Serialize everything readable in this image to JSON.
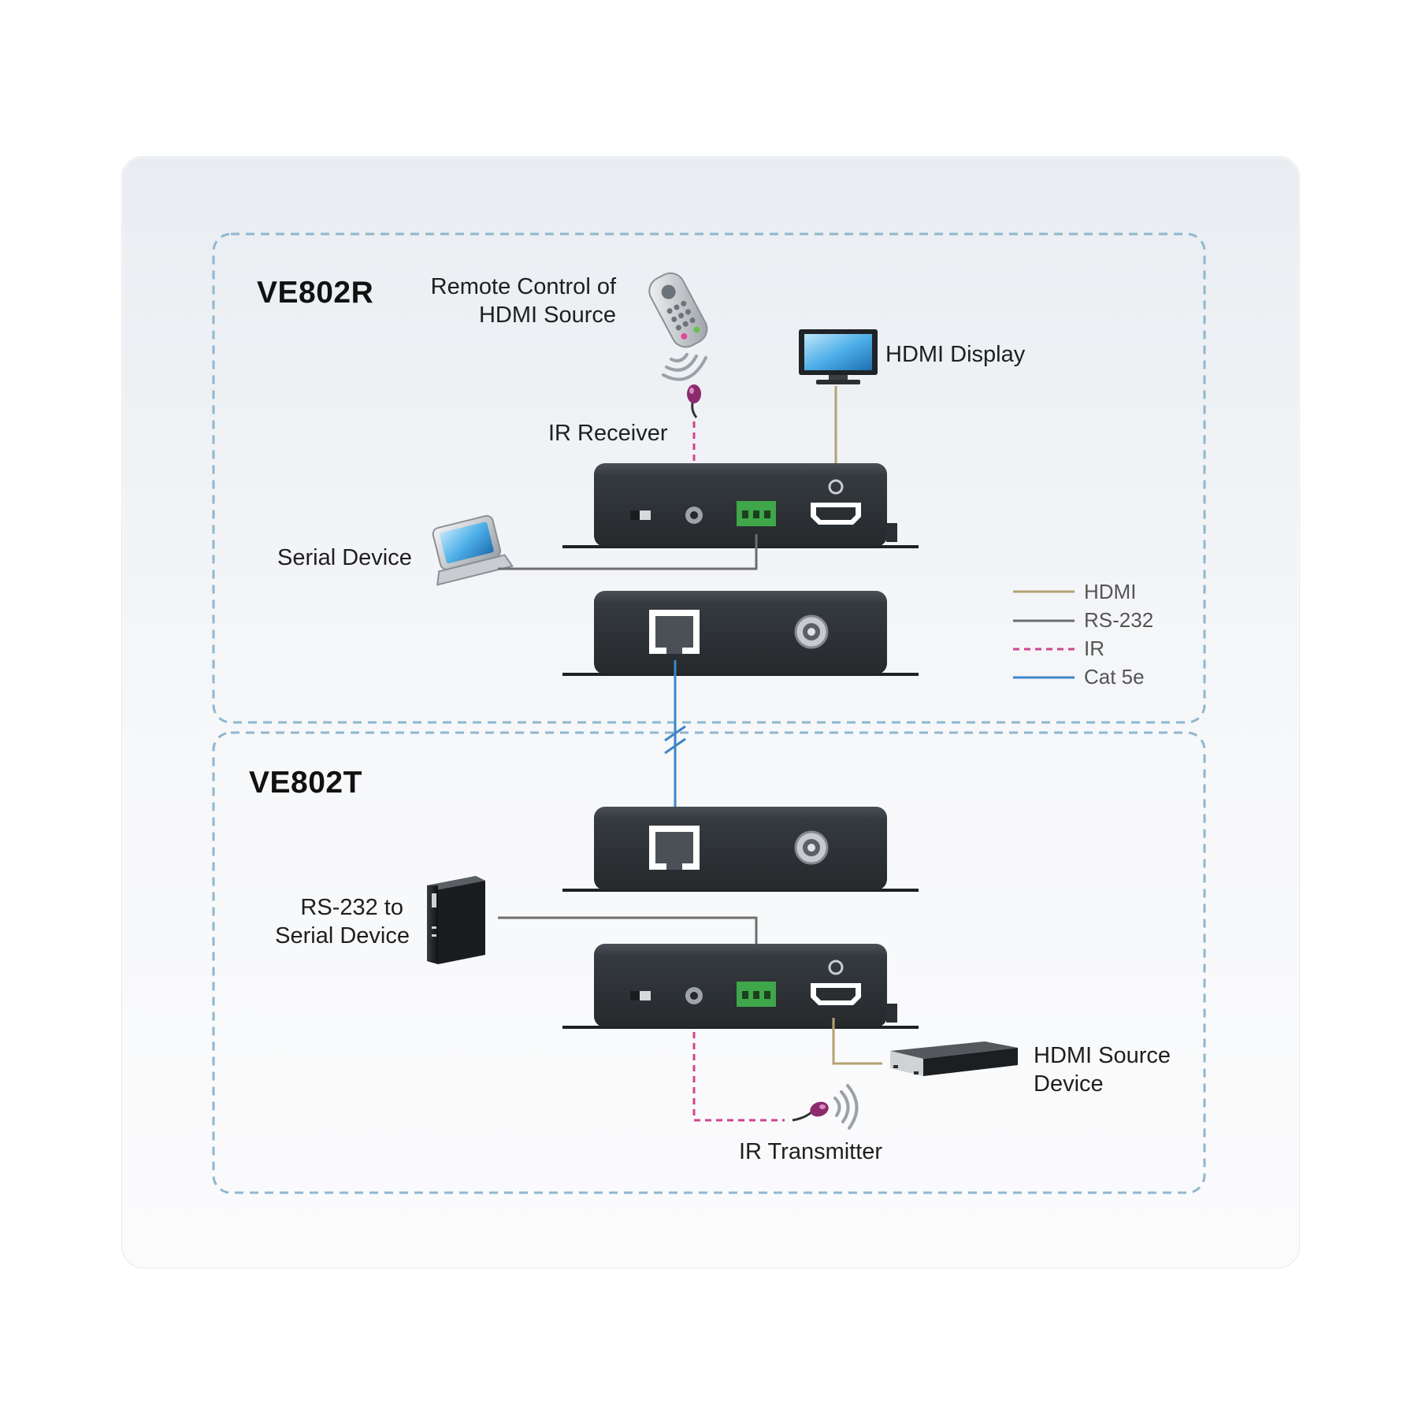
{
  "receiver": {
    "title": "VE802R",
    "remote_label_line1": "Remote Control of",
    "remote_label_line2": "HDMI Source",
    "display_label": "HDMI Display",
    "ir_receiver_label": "IR Receiver",
    "serial_device_label": "Serial Device"
  },
  "transmitter": {
    "title": "VE802T",
    "serial_label_line1": "RS-232 to",
    "serial_label_line2": "Serial Device",
    "source_label_line1": "HDMI Source",
    "source_label_line2": "Device",
    "ir_transmitter_label": "IR Transmitter"
  },
  "legend": [
    {
      "label": "HDMI",
      "color": "#b5a274",
      "style": "solid"
    },
    {
      "label": "RS-232",
      "color": "#6e6e6e",
      "style": "solid"
    },
    {
      "label": "IR",
      "color": "#d0448f",
      "style": "dashed"
    },
    {
      "label": "Cat 5e",
      "color": "#3d86c6",
      "style": "solid"
    }
  ],
  "colors": {
    "hdmi": "#b5a274",
    "rs232": "#6e6e6e",
    "ir": "#d0448f",
    "cat5e": "#3d86c6",
    "zone_border": "#8fb7cf",
    "device_body": "#2e3337"
  }
}
